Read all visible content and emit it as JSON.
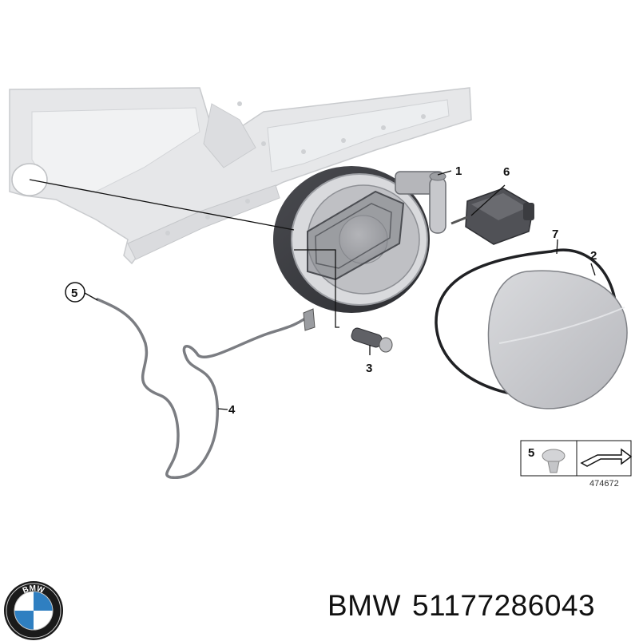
{
  "callouts": {
    "c1": "1",
    "c2": "2",
    "c3": "3",
    "c4": "4",
    "c5": "5",
    "c6": "6",
    "c7": "7"
  },
  "legend_box": {
    "part_number": "5",
    "diagram_ref": "474672"
  },
  "logo": {
    "text": "BMW"
  },
  "caption": {
    "brand": "BMW",
    "part_code": "51177286043"
  },
  "colors": {
    "panel_fill": "#e6e7e9",
    "panel_stroke": "#c9cbce",
    "housing_dark": "#3e3f44",
    "cap_fill": "#cfd0d4",
    "line": "#111111",
    "logo_blue": "#2f7fc1",
    "logo_ring": "#1a1a1a"
  }
}
